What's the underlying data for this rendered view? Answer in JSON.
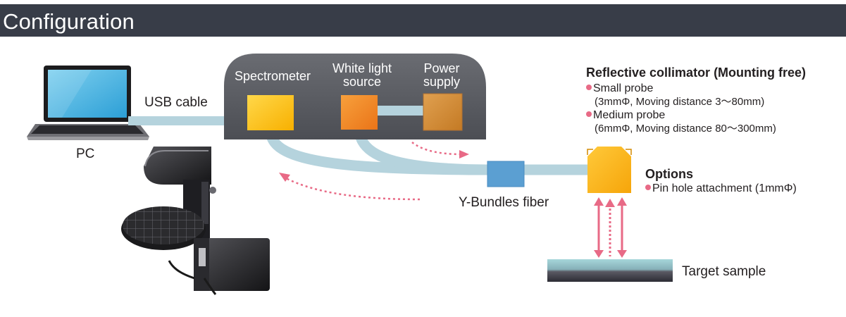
{
  "header": {
    "title": "Configuration"
  },
  "labels": {
    "pc": "PC",
    "usb_cable": "USB cable",
    "spectrometer": "Spectrometer",
    "white_light_source": [
      "White light",
      "source"
    ],
    "power_supply": [
      "Power",
      "supply"
    ],
    "y_bundles_fiber": "Y-Bundles fiber",
    "target_sample": "Target sample"
  },
  "collimator": {
    "title": "Reflective collimator (Mounting free)",
    "items": [
      {
        "name": "Small probe",
        "detail": "(3mmΦ, Moving distance 3～80mm)"
      },
      {
        "name": "Medium probe",
        "detail": "(6mmΦ, Moving distance 80～300mm)"
      }
    ]
  },
  "options": {
    "title": "Options",
    "items": [
      "Pin hole attachment (1mmΦ)"
    ]
  },
  "colors": {
    "header_bg": "#383d48",
    "device_body": "#5a5c62",
    "spectrometer": "#fcc814",
    "light_source": "#f28a1e",
    "power_supply": "#d4872c",
    "fiber": "#b5d3dd",
    "coupler": "#5b9fd2",
    "collimator": "#fbb414",
    "arrow": "#e86a86"
  }
}
